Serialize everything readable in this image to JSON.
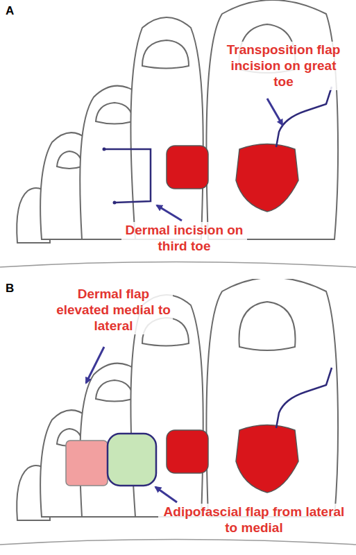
{
  "diagram": {
    "labels": [
      "A",
      "Transposition flap incision on great toe",
      "Dermal incision on third toe",
      "B",
      "Dermal flap elevated medial to lateral",
      "Adipofascial flap from lateral to medial"
    ]
  }
}
